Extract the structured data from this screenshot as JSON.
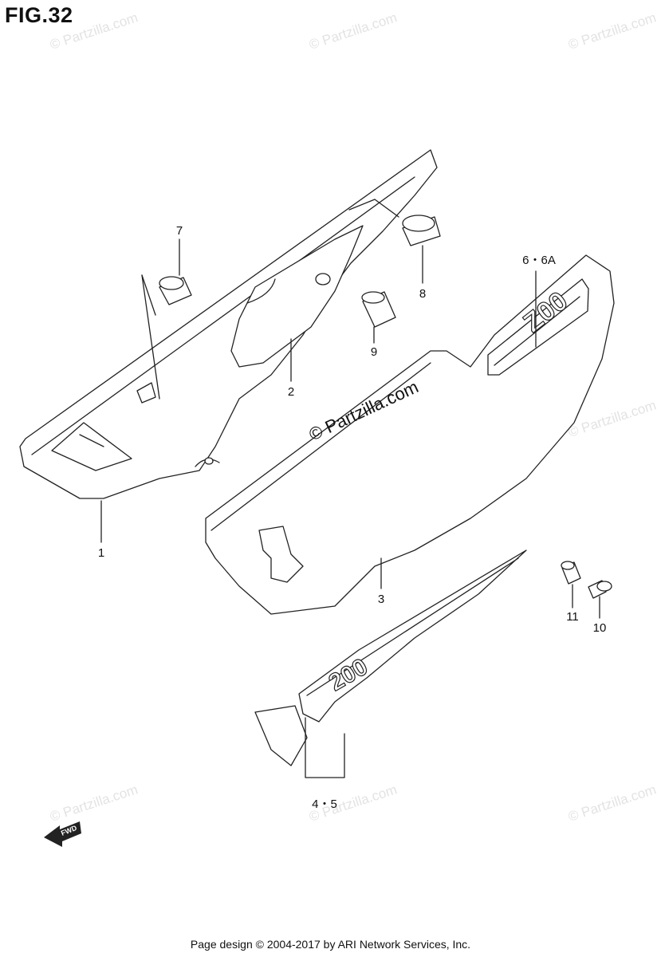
{
  "figure": {
    "title": "FIG.32"
  },
  "watermark": {
    "text": "© Partzilla.com",
    "center_text": "© Partzilla.com"
  },
  "callouts": {
    "c1": "1",
    "c2": "2",
    "c3": "3",
    "c45": "4・5",
    "c66a": "6・6A",
    "c7": "7",
    "c8": "8",
    "c9": "9",
    "c10": "10",
    "c11": "11"
  },
  "decals": {
    "side_text": "Z00",
    "tail_text": "200"
  },
  "fwd": {
    "label": "FWD"
  },
  "footer": {
    "text": "Page design © 2004-2017 by ARI Network Services, Inc."
  },
  "colors": {
    "line": "#222222",
    "watermark": "#e3e3e3"
  }
}
